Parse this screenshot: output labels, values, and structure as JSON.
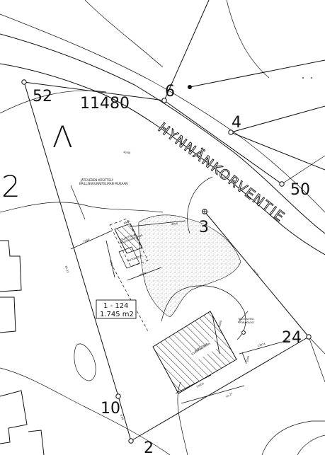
{
  "map": {
    "labels": {
      "parcel_52": "52",
      "parcel_11480": "11480",
      "parcel_6": "6",
      "parcel_4": "4",
      "parcel_50": "50",
      "parcel_3": "3",
      "parcel_24": "24",
      "parcel_10": "10",
      "parcel_2_bottom": "2",
      "block_2_left": "2",
      "block_a": "Λ",
      "road_name": "HYNNÄNKORVENTIE",
      "lot_line1": "1 - 124",
      "lot_line2": "1.745 m2",
      "note_jatevesi_1": "JÄTEVEDEN KÄSITTELY",
      "note_jatevesi_2": "ERILLISSUUNNITELMAN MUKAAN",
      "building_shed_1": "PURETTAVA",
      "building_shed_2": "TALOUSRAKENNUS",
      "building_garage": "AUTOKATOS",
      "building_house_1": "PURETTAVA",
      "building_house_2": "ASUINRAKENNUS",
      "well_1": "TALOUSVESI-",
      "well_2": "PORAKAIVO",
      "dim_4400": "4400",
      "dim_7000": "7000",
      "dim_3000": "3000",
      "dim_4000": "4000",
      "dim_6000": "6000",
      "dim_13400": "13400",
      "dim_6000b": "6000",
      "dim_3000b": "3000",
      "dim_13874": "13874",
      "dim_4368": "43.68",
      "dim_3108": "31.08",
      "dim_8112": "81.12",
      "dim_4127": "41.27",
      "dim_849": "8.49"
    }
  }
}
